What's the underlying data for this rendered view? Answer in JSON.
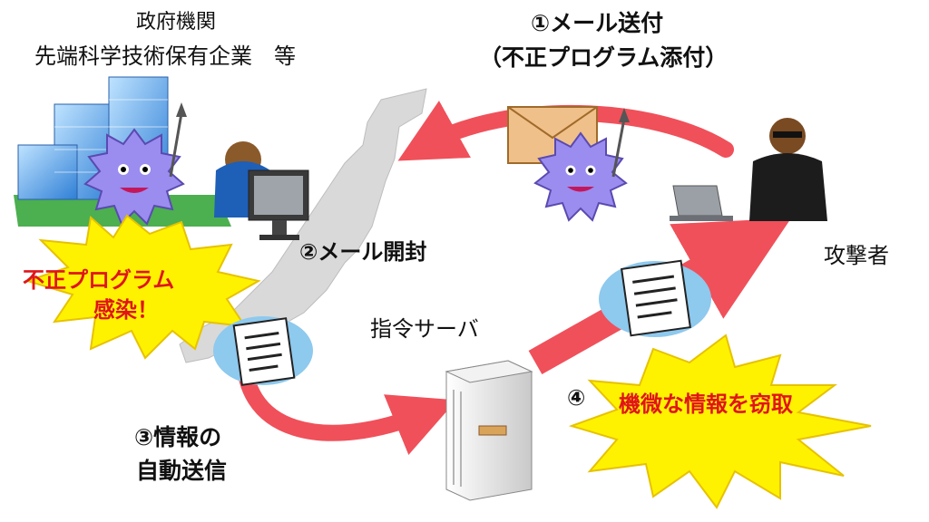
{
  "labels": {
    "target_line1": "政府機関",
    "target_line2": "先端科学技術保有企業　等",
    "attacker": "攻撃者",
    "server": "指令サーバ"
  },
  "steps": {
    "s1_line1": "①メール送付",
    "s1_line2": "（不正プログラム添付）",
    "s2": "②メール開封",
    "s3_line1": "③情報の",
    "s3_line2": "自動送信",
    "s4_num": "④",
    "s4_text": "機微な情報を窃取"
  },
  "callouts": {
    "infection_line1": "不正プログラム",
    "infection_line2": "感染！"
  },
  "colors": {
    "arrow": "#f0505a",
    "burst": "#fff200",
    "alert_text": "#e0141a",
    "virus": "#9b8cf0",
    "map": "#d9d9d9",
    "doc_bg": "#8ec9ee"
  }
}
